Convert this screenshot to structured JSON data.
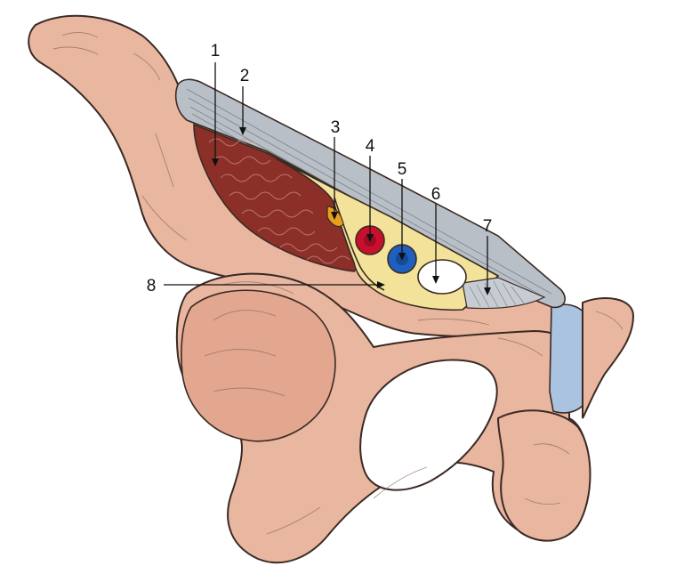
{
  "colors": {
    "bone": "#e9b6a0",
    "bone_shadow": "#d49a84",
    "outline": "#3a2a24",
    "ligament": "#b9bfc6",
    "muscle": "#8b2f28",
    "fat_lacuna": "#f3e39a",
    "nerve": "#e8a01c",
    "artery": "#c8102e",
    "vein": "#1f5fbf",
    "lymph_opening": "#ffffff",
    "symphysis_disc": "#a9c3e0"
  },
  "labels": [
    {
      "id": "1",
      "text": "1"
    },
    {
      "id": "2",
      "text": "2"
    },
    {
      "id": "3",
      "text": "3"
    },
    {
      "id": "4",
      "text": "4"
    },
    {
      "id": "5",
      "text": "5"
    },
    {
      "id": "6",
      "text": "6"
    },
    {
      "id": "7",
      "text": "7"
    },
    {
      "id": "8",
      "text": "8"
    }
  ]
}
